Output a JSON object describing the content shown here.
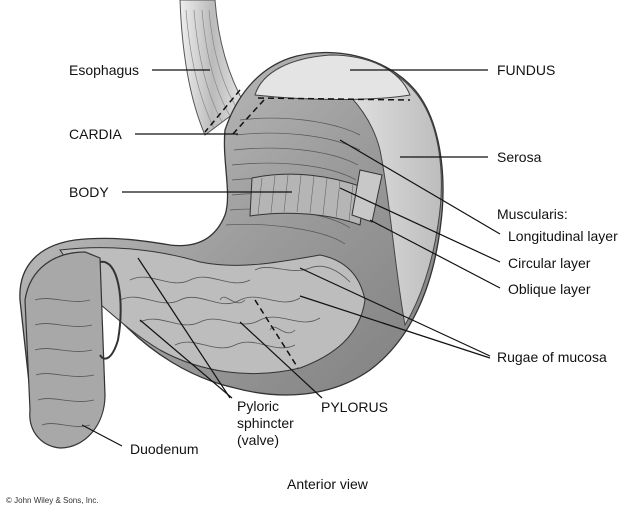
{
  "labels": {
    "esophagus": "Esophagus",
    "fundus": "FUNDUS",
    "cardia": "CARDIA",
    "serosa": "Serosa",
    "body": "BODY",
    "muscularis": "Muscularis:",
    "longitudinal": "Longitudinal layer",
    "circular": "Circular layer",
    "oblique": "Oblique layer",
    "rugae": "Rugae of mucosa",
    "pyloric_line1": "Pyloric",
    "pyloric_line2": "sphincter",
    "pyloric_line3": "(valve)",
    "pylorus": "PYLORUS",
    "duodenum": "Duodenum"
  },
  "caption": "Anterior view",
  "copyright": "© John Wiley & Sons, Inc.",
  "colors": {
    "ink": "#111111",
    "shade_dark": "#6e6e6e",
    "shade_mid": "#a9a9a9",
    "shade_light": "#d9d9d9",
    "fill_pale": "#ececec"
  }
}
